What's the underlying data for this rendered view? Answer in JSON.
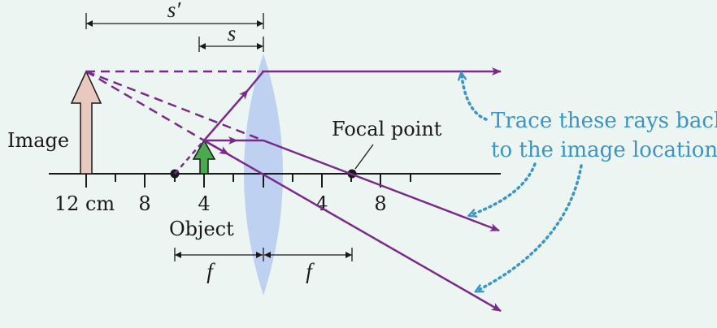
{
  "labels": {
    "s_prime": "s′",
    "s": "s",
    "image": "Image",
    "object": "Object",
    "focal_point": "Focal point",
    "f_left": "f",
    "f_right": "f",
    "callout_line1": "Trace these rays back",
    "callout_line2": "to the image location."
  },
  "axis": {
    "ticks_left": [
      "12 cm",
      "8",
      "4"
    ],
    "ticks_right": [
      "4",
      "8"
    ]
  },
  "colors": {
    "background": "#ecf5f1",
    "ray": "#7a2a8a",
    "lens": "#b9cdef",
    "object_arrow": "#4caa4e",
    "image_arrow": "#e8c8bf",
    "callout": "#3a94c6",
    "axis": "#1a1a1a"
  }
}
